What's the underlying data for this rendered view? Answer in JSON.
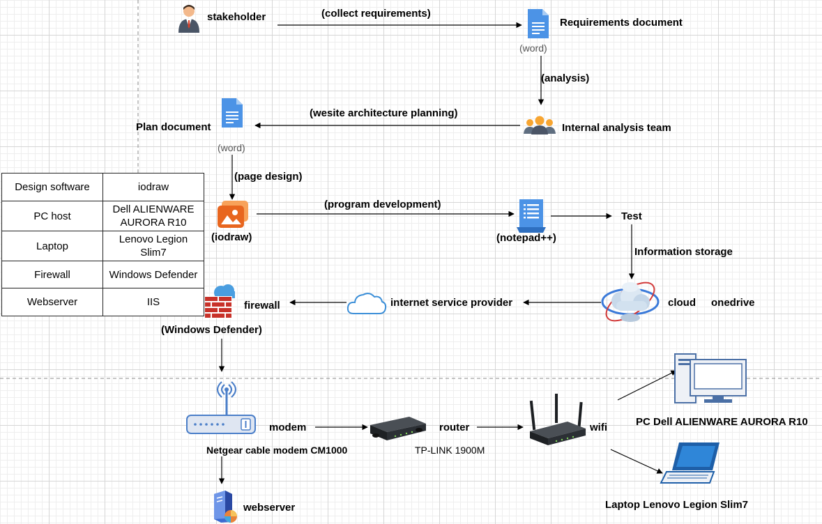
{
  "nodes": {
    "stakeholder": "stakeholder",
    "requirements_document": "Requirements document",
    "requirements_format": "(word)",
    "internal_analysis_team": "Internal analysis team",
    "plan_document": "Plan document",
    "plan_format": "(word)",
    "iodraw": "(iodraw)",
    "notepad": "(notepad++)",
    "test": "Test",
    "cloud": "cloud",
    "onedrive": "onedrive",
    "internet_service_provider": "internet service provider",
    "firewall": "firewall",
    "firewall_product": "(Windows Defender)",
    "modem": "modem",
    "modem_product": "Netgear cable modem CM1000",
    "router": "router",
    "router_product": "TP-LINK 1900M",
    "wifi": "wifi",
    "pc": "PC Dell ALIENWARE AURORA R10",
    "laptop": "Laptop  Lenovo Legion Slim7",
    "webserver": "webserver"
  },
  "edges": {
    "collect_requirements": "(collect requirements)",
    "analysis": "(analysis)",
    "website_architecture_planning": "(wesite architecture planning)",
    "page_design": "(page design)",
    "program_development": "(program development)",
    "information_storage": "Information storage"
  },
  "spec_table": [
    {
      "item": "Design software",
      "value": "iodraw"
    },
    {
      "item": "PC host",
      "value": "Dell ALIENWARE AURORA R10"
    },
    {
      "item": "Laptop",
      "value": "Lenovo Legion Slim7"
    },
    {
      "item": "Firewall",
      "value": "Windows Defender"
    },
    {
      "item": "Webserver",
      "value": "IIS"
    }
  ]
}
